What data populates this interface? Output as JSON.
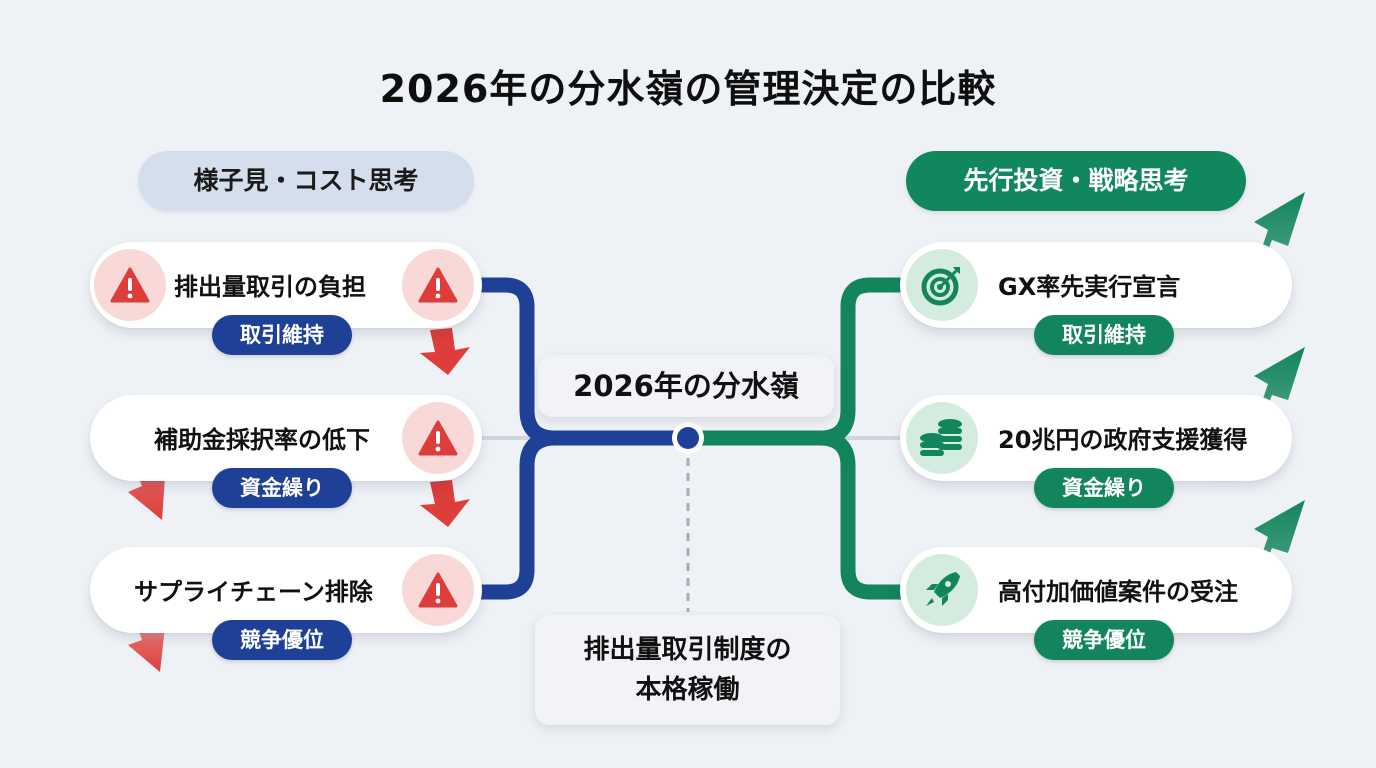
{
  "title": "2026年の分水嶺の管理決定の比較",
  "left": {
    "header": "様子見・コスト思考",
    "accent_color": "#1e4097",
    "icon": "warning-icon",
    "items": [
      {
        "label": "排出量取引の負担",
        "tag": "取引維持"
      },
      {
        "label": "補助金採択率の低下",
        "tag": "資金繰り"
      },
      {
        "label": "サプライチェーン排除",
        "tag": "競争優位"
      }
    ]
  },
  "right": {
    "header": "先行投資・戦略思考",
    "accent_color": "#13855d",
    "items": [
      {
        "label": "GX率先実行宣言",
        "tag": "取引維持",
        "icon": "target-icon"
      },
      {
        "label": "20兆円の政府支援獲得",
        "tag": "資金繰り",
        "icon": "coins-icon"
      },
      {
        "label": "高付加価値案件の受注",
        "tag": "競争優位",
        "icon": "rocket-icon"
      }
    ]
  },
  "center": {
    "label": "2026年の分水嶺",
    "bottom_line1": "排出量取引制度の",
    "bottom_line2": "本格稼働"
  }
}
